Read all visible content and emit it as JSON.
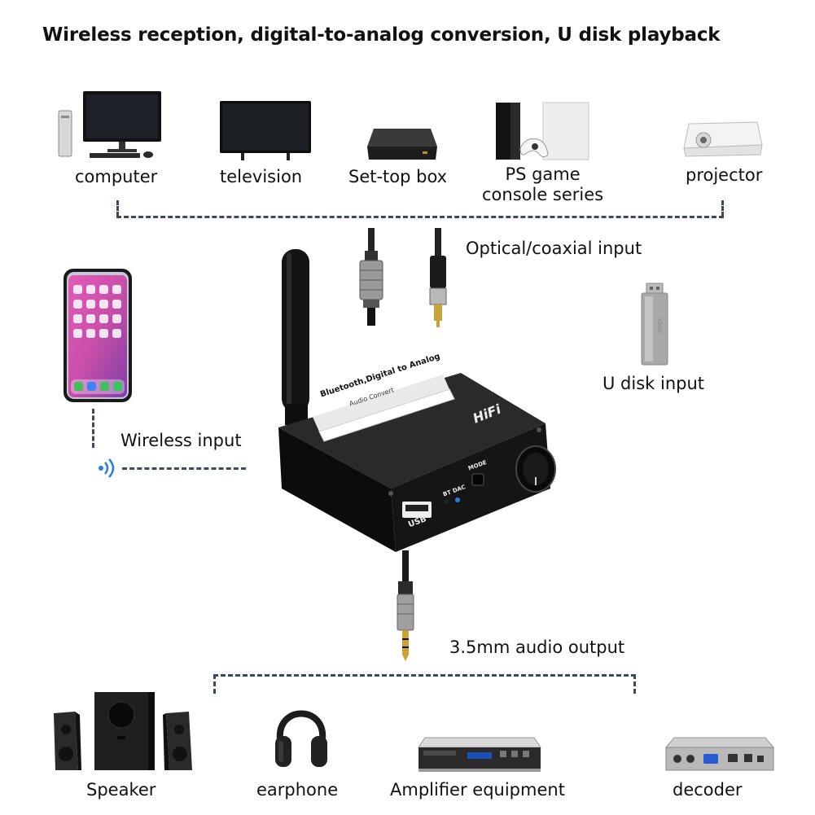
{
  "title": "Wireless reception, digital-to-analog conversion, U disk playback",
  "sources": [
    {
      "label": "computer"
    },
    {
      "label": "television"
    },
    {
      "label": "Set-top box"
    },
    {
      "label": "PS game console series"
    },
    {
      "label": "projector"
    }
  ],
  "inputs": {
    "optical_coaxial": "Optical/coaxial input",
    "u_disk": "U disk input",
    "wireless": "Wireless input"
  },
  "device": {
    "top_label": "Bluetooth,Digital to Analog",
    "sub_label": "Audio Convert",
    "hifi": "HiFi",
    "mode": "MODE",
    "bt_dac": "BT DAC",
    "usb": "USB",
    "udisk_label": "32GB"
  },
  "output": {
    "label": "3.5mm audio output"
  },
  "outputs": [
    {
      "label": "Speaker"
    },
    {
      "label": "earphone"
    },
    {
      "label": "Amplifier equipment"
    },
    {
      "label": "decoder"
    }
  ]
}
